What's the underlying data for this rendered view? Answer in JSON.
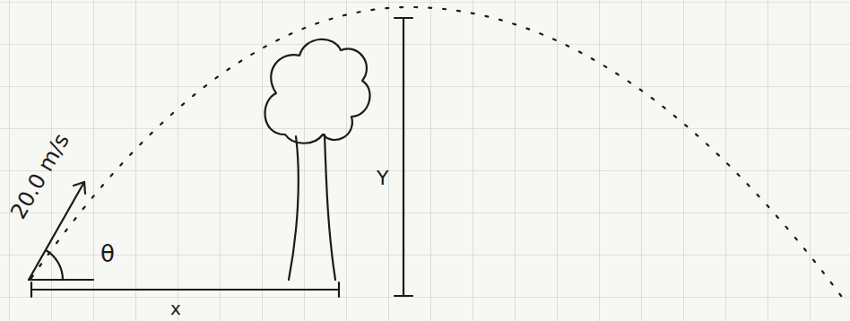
{
  "diagram": {
    "labels": [
      "20.0 m/s",
      "θ",
      "Y",
      "x"
    ]
  }
}
